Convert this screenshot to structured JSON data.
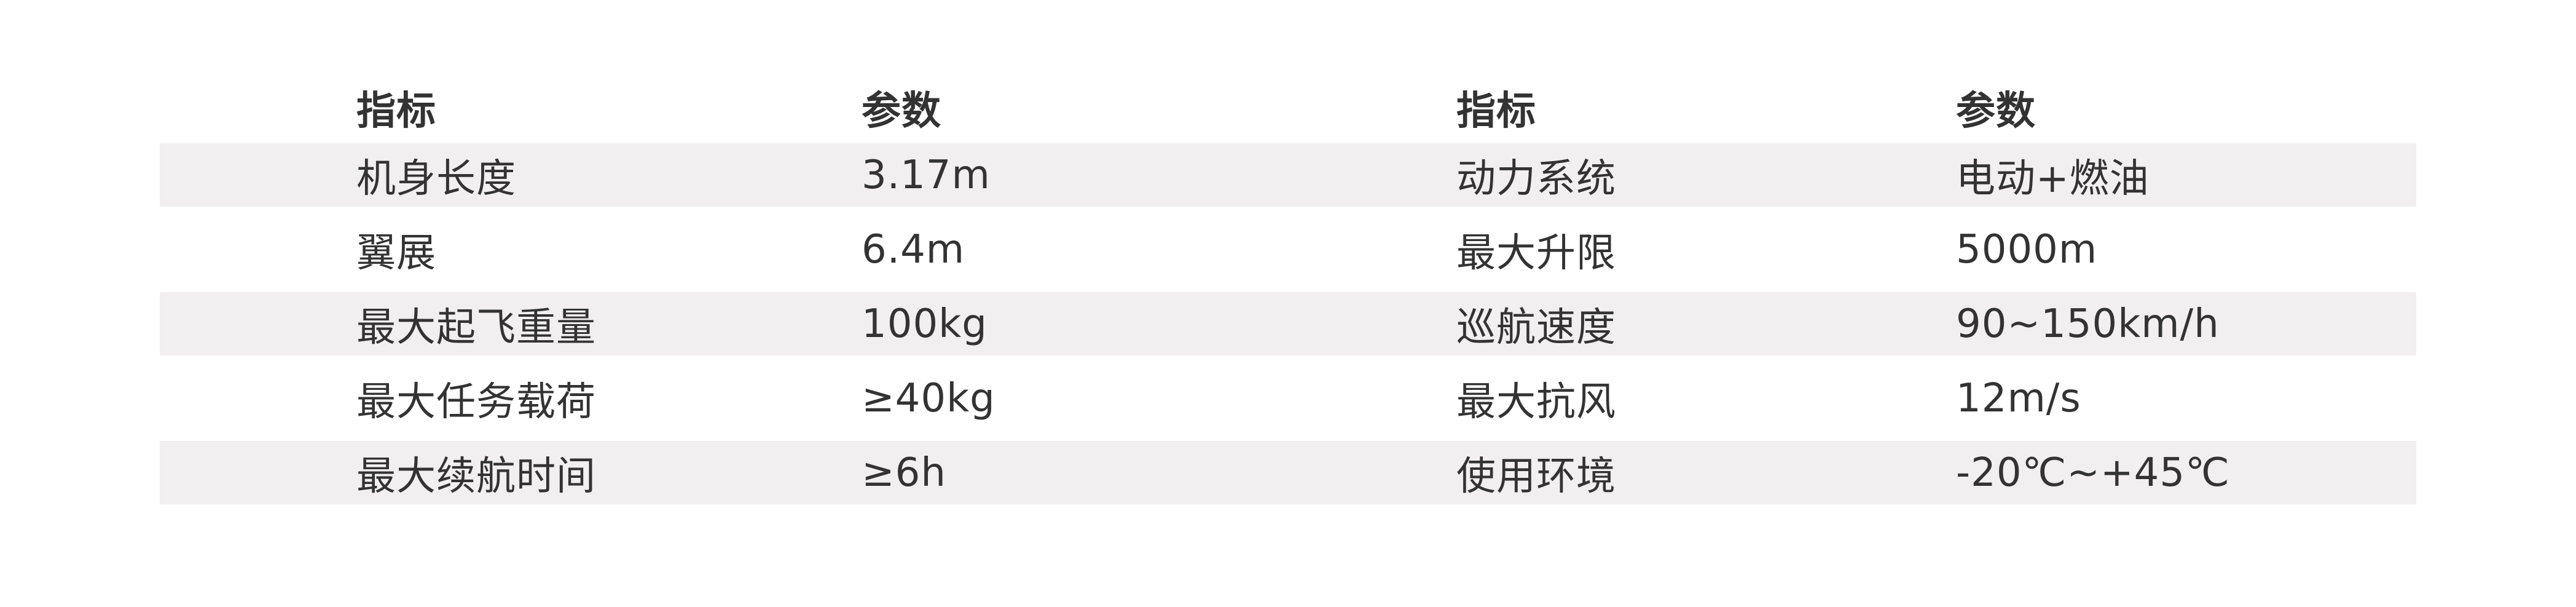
{
  "table": {
    "headers": [
      "指标",
      "参数",
      "指标",
      "参数"
    ],
    "rows": [
      [
        "机身长度",
        "3.17m",
        "动力系统",
        "电动+燃油"
      ],
      [
        "翼展",
        "6.4m",
        "最大升限",
        "5000m"
      ],
      [
        "最大起飞重量",
        "100kg",
        "巡航速度",
        "90~150km/h"
      ],
      [
        "最大任务载荷",
        "≥40kg",
        "最大抗风",
        "12m/s"
      ],
      [
        "最大续航时间",
        "≥6h",
        "使用环境",
        "-20℃~+45℃"
      ]
    ]
  }
}
